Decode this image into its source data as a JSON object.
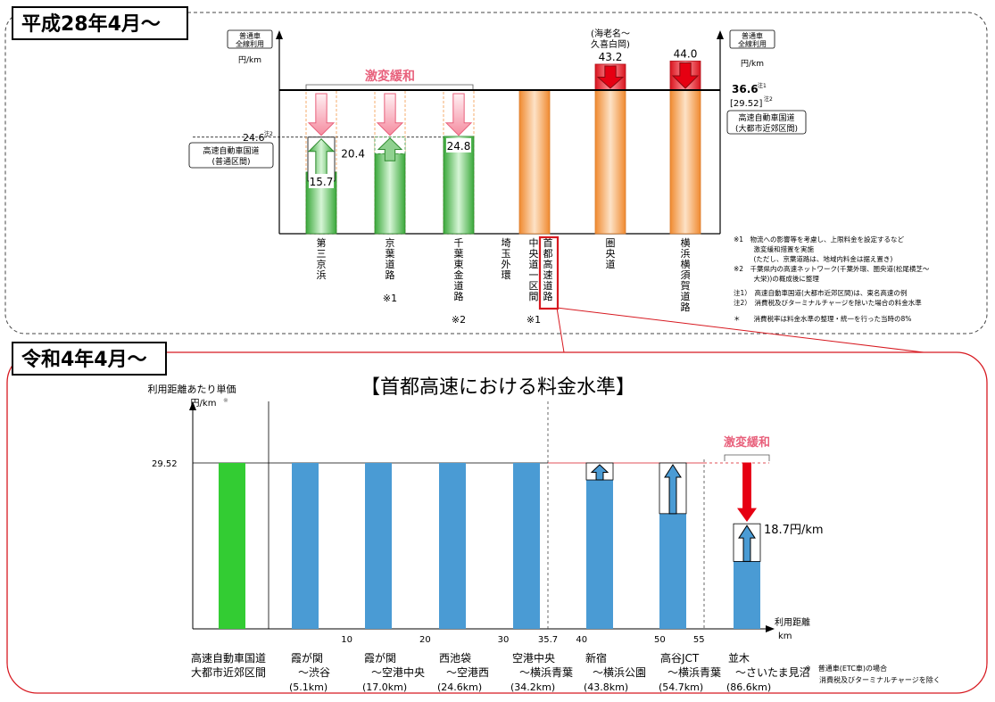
{
  "colors": {
    "green": "#33cc33",
    "blue": "#4a9bd4",
    "orange": "#f39a4b",
    "red": "#e60012",
    "pink": "#f5a7b5",
    "lightgreen": "#8fd18f"
  },
  "top": {
    "period_label": "平成28年4月〜",
    "unit_left_box": [
      "普通車",
      "全線利用"
    ],
    "unit_left": "円/km",
    "unit_right_box": [
      "普通車",
      "全線利用"
    ],
    "unit_right": "円/km",
    "gekihen": "激変緩和",
    "ebina_note": [
      "(海老名〜",
      "久喜白岡)"
    ],
    "line_36_label": "36.6",
    "line_36_note": "注1",
    "line_36_sub": "[29.52]",
    "line_36_sub_note": "注2",
    "line_36_box": [
      "高速自動車国道",
      "(大都市近郊区間)"
    ],
    "line_24_label": "24.6",
    "line_24_note": "注2",
    "line_24_box": [
      "高速自動車国道",
      "(普通区間)"
    ],
    "chart_data": {
      "type": "bar",
      "categories": [
        "第三京浜",
        "京葉道路",
        "千葉東金道路",
        "埼玉外環",
        "中央道(一区間)",
        "首都高速道路",
        "圏央道",
        "横浜横須賀道路"
      ],
      "values": [
        15.7,
        20.4,
        24.8,
        36.6,
        36.6,
        36.6,
        43.2,
        44.0
      ],
      "value_labels": [
        "15.7",
        "20.4",
        "24.8",
        "",
        "",
        "",
        "43.2",
        "44.0"
      ],
      "category_notes": [
        "",
        "※1",
        "※2",
        "",
        "※1",
        "",
        "",
        ""
      ],
      "reference_lines": [
        36.6,
        24.6
      ]
    },
    "footnotes": [
      "※1　物流への影響等を考慮し、上限料金を設定するなど",
      "　　　激変緩和措置を実施",
      "　　　(ただし、京葉道路は、地域内料金は据え置き)",
      "※2　千葉県内の高速ネットワーク(千葉外環、圏央道(松尾横芝〜",
      "　　　大栄))の概成後に整理",
      "注1）　高速自動車国道(大都市近郊区間)は、東名高速の例",
      "注2）　消費税及びターミナルチャージを除いた場合の料金水準",
      "＊　　消費税率は料金水準の整理・統一を行った当時の8%"
    ]
  },
  "bottom": {
    "period_label": "令和4年4月〜",
    "title": "【首都高速における料金水準】",
    "ylabel": "利用距離あたり単価",
    "yunit": "円/km",
    "yunit_note": "※",
    "gekihen": "激変緩和",
    "value_1870": "18.7円/km",
    "xlabel": [
      "利用距離",
      "km"
    ],
    "footnote": [
      "※　普通車(ETC車)の場合",
      "　　消費税及びターミナルチャージを除く"
    ],
    "chart_data": {
      "type": "bar",
      "ytick": 29.52,
      "ytick_label": "29.52",
      "xticks": [
        10,
        20,
        30,
        35.7,
        40,
        50,
        55
      ],
      "xtick_labels": [
        "10",
        "20",
        "30",
        "35.7",
        "40",
        "50",
        "55"
      ],
      "categories": [
        {
          "name": "高速自動車国道",
          "name2": "大都市近郊区間",
          "dist": ""
        },
        {
          "name": "霞が関",
          "name2": "〜渋谷",
          "dist": "(5.1km)"
        },
        {
          "name": "霞が関",
          "name2": "〜空港中央",
          "dist": "(17.0km)"
        },
        {
          "name": "西池袋",
          "name2": "〜空港西",
          "dist": "(24.6km)"
        },
        {
          "name": "空港中央",
          "name2": "〜横浜青葉",
          "dist": "(34.2km)"
        },
        {
          "name": "新宿",
          "name2": "〜横浜公園",
          "dist": "(43.8km)"
        },
        {
          "name": "高谷JCT",
          "name2": "〜横浜青葉",
          "dist": "(54.7km)"
        },
        {
          "name": "並木",
          "name2": "〜さいたま見沼",
          "dist": "(86.6km)"
        }
      ],
      "values": [
        29.52,
        29.52,
        29.52,
        29.52,
        29.52,
        26.5,
        20.5,
        12.0
      ],
      "cap": 18.7
    }
  }
}
